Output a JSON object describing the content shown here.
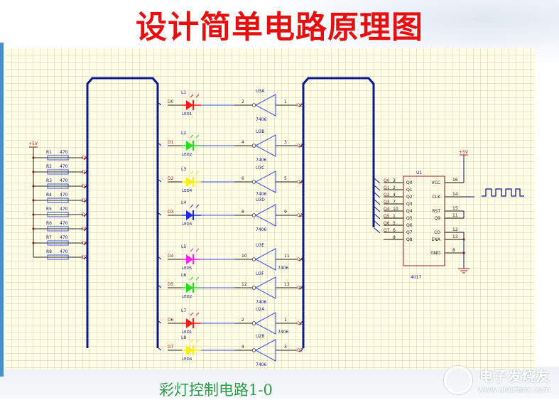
{
  "title": "设计简单电路原理图",
  "caption": "彩灯控制电路1-0",
  "watermark": {
    "name": "电子发烧友",
    "url": "www.elecfans.com"
  },
  "colors": {
    "grid_bg": "#fffde3",
    "grid_line": "#cfcdbf",
    "bus": "#0a1a8c",
    "wire": "#222222",
    "part": "#3a50e0",
    "netlabel": "#a01818",
    "chip_border": "#a02020",
    "title": "#e41010",
    "caption": "#2c9a4a"
  },
  "power": {
    "vcc_label": "+5V"
  },
  "resistors": [
    {
      "ref": "R1",
      "value": "470",
      "net": "D0"
    },
    {
      "ref": "R2",
      "value": "470",
      "net": "D1"
    },
    {
      "ref": "R3",
      "value": "470",
      "net": "D2"
    },
    {
      "ref": "R4",
      "value": "470",
      "net": "D3"
    },
    {
      "ref": "R5",
      "value": "470",
      "net": "D4"
    },
    {
      "ref": "R6",
      "value": "470",
      "net": "D5"
    },
    {
      "ref": "R7",
      "value": "470",
      "net": "D6"
    },
    {
      "ref": "R8",
      "value": "470",
      "net": "D7"
    }
  ],
  "leds": [
    {
      "ref": "L1",
      "type": "LED1",
      "color": "#ff1a1a",
      "in_net": "D0",
      "gate": "U3A",
      "gate_type": "7406",
      "pin_in": "2",
      "pin_out": "1",
      "out_net": "Q0"
    },
    {
      "ref": "L2",
      "type": "LED2",
      "color": "#1ee01e",
      "in_net": "D1",
      "gate": "U3B",
      "gate_type": "7406",
      "pin_in": "4",
      "pin_out": "3",
      "out_net": "Q1"
    },
    {
      "ref": "L3",
      "type": "LED4",
      "color": "#ffee00",
      "in_net": "D2",
      "gate": "U3C",
      "gate_type": "7406",
      "pin_in": "6",
      "pin_out": "5",
      "out_net": "Q2"
    },
    {
      "ref": "L4",
      "type": "LED3",
      "color": "#1a2aee",
      "in_net": "D3",
      "gate": "U3D",
      "gate_type": "7406",
      "pin_in": "8",
      "pin_out": "9",
      "out_net": "Q3"
    },
    {
      "ref": "L5",
      "type": "LED5",
      "color": "#ff22ee",
      "in_net": "D4",
      "gate": "U3E",
      "gate_type": "7406",
      "pin_in": "10",
      "pin_out": "11",
      "out_net": "Q4"
    },
    {
      "ref": "L6",
      "type": "LED2",
      "color": "#1ee01e",
      "in_net": "D5",
      "gate": "U3F",
      "gate_type": "7406",
      "pin_in": "12",
      "pin_out": "13",
      "out_net": "Q5"
    },
    {
      "ref": "L7",
      "type": "LED1",
      "color": "#ff1a1a",
      "in_net": "D6",
      "gate": "U2A",
      "gate_type": "7406",
      "pin_in": "2",
      "pin_out": "1",
      "out_net": "Q6"
    },
    {
      "ref": "L8",
      "type": "LED4",
      "color": "#ffee00",
      "in_net": "D7",
      "gate": "U2B",
      "gate_type": "7406",
      "pin_in": "4",
      "pin_out": "3",
      "out_net": "Q7"
    }
  ],
  "counter": {
    "ref": "U1",
    "part": "4017",
    "left_pins": [
      {
        "net": "Q0",
        "pin": "3",
        "name": "Q0"
      },
      {
        "net": "Q1",
        "pin": "2",
        "name": "Q1"
      },
      {
        "net": "Q2",
        "pin": "4",
        "name": "Q2"
      },
      {
        "net": "Q3",
        "pin": "7",
        "name": "Q3"
      },
      {
        "net": "Q4",
        "pin": "10",
        "name": "Q4"
      },
      {
        "net": "Q5",
        "pin": "1",
        "name": "Q5"
      },
      {
        "net": "Q6",
        "pin": "5",
        "name": "Q6"
      },
      {
        "net": "Q7",
        "pin": "6",
        "name": "Q7"
      },
      {
        "net": "",
        "pin": "9",
        "name": "Q8"
      }
    ],
    "right_pins": [
      {
        "name": "VCC",
        "pin": "16"
      },
      {
        "name": "CLK",
        "pin": "14"
      },
      {
        "name": "RST",
        "pin": "15"
      },
      {
        "name": "Q9",
        "pin": "11"
      },
      {
        "name": "CO",
        "pin": "12"
      },
      {
        "name": "ENA",
        "pin": "13"
      },
      {
        "name": "GND",
        "pin": "8"
      }
    ]
  }
}
